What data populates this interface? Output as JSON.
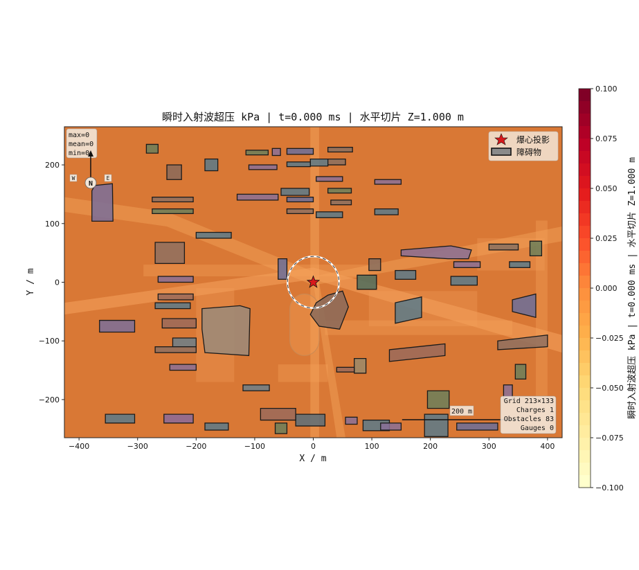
{
  "chart_data": {
    "type": "heatmap",
    "title": "瞬时入射波超压 kPa  |  t=0.000 ms  |  水平切片 Z=1.000 m",
    "xlabel": "X / m",
    "ylabel": "Y / m",
    "xlim": [
      -425,
      425
    ],
    "ylim": [
      -265,
      265
    ],
    "x_ticks": [
      -400,
      -300,
      -200,
      -100,
      0,
      100,
      200,
      300,
      400
    ],
    "y_ticks": [
      -200,
      -100,
      0,
      100,
      200
    ],
    "field_value_kpa": 0.0,
    "grid": false,
    "charge": {
      "x": 0,
      "y": 0,
      "radius_m": 44
    },
    "legend": {
      "placement": "top-right",
      "entries": [
        "爆心投影",
        "障碍物"
      ]
    },
    "colorbar": {
      "label": "瞬时入射波超压 kPa  |  t=0.000 ms  |  水平切片 Z=1.000 m",
      "min": -0.1,
      "max": 0.1,
      "ticks": [
        "0.100",
        "0.075",
        "0.050",
        "0.025",
        "0.000",
        "−0.025",
        "−0.050",
        "−0.075",
        "−0.100"
      ],
      "colors": [
        "#800026",
        "#bd0026",
        "#e31a1c",
        "#fc4e2a",
        "#fd8d3c",
        "#feb24c",
        "#fed976",
        "#ffeda0",
        "#ffffcc"
      ]
    },
    "stats_box": [
      "max=0",
      "mean=0",
      "min=0"
    ],
    "compass": {
      "north": "N",
      "west": "W",
      "east": "E"
    },
    "info_box": [
      "Grid 213×133",
      "Charges 1",
      "Obstacles 83",
      "Gauges 0"
    ],
    "scale_bar": {
      "label": "200 m",
      "length_m": 200
    },
    "obstacles": [
      {
        "c": "#7a6e9a",
        "p": [
          [
            -373,
            165
          ],
          [
            -343,
            168
          ],
          [
            -342,
            104
          ],
          [
            -378,
            104
          ],
          [
            -378,
            156
          ]
        ]
      },
      {
        "c": "#9a8a7a",
        "p": [
          [
            -190,
            -45
          ],
          [
            -125,
            -40
          ],
          [
            -108,
            -45
          ],
          [
            -110,
            -125
          ],
          [
            -185,
            -120
          ],
          [
            -190,
            -80
          ]
        ]
      },
      {
        "c": "#8a6a5a",
        "p": [
          [
            25,
            -22
          ],
          [
            50,
            -15
          ],
          [
            60,
            -42
          ],
          [
            45,
            -80
          ],
          [
            10,
            -75
          ],
          [
            -5,
            -55
          ],
          [
            5,
            -35
          ]
        ]
      },
      {
        "c": "#4f6f5e",
        "p": [
          [
            75,
            -12
          ],
          [
            108,
            -12
          ],
          [
            108,
            12
          ],
          [
            75,
            12
          ]
        ]
      },
      {
        "c": "#8a7096",
        "p": [
          [
            150,
            55
          ],
          [
            235,
            62
          ],
          [
            270,
            55
          ],
          [
            265,
            40
          ],
          [
            230,
            40
          ],
          [
            150,
            45
          ]
        ]
      },
      {
        "c": "#8e7060",
        "p": [
          [
            -270,
            68
          ],
          [
            -220,
            68
          ],
          [
            -220,
            32
          ],
          [
            -270,
            32
          ]
        ]
      },
      {
        "c": "#7a6e9a",
        "p": [
          [
            -365,
            -65
          ],
          [
            -305,
            -65
          ],
          [
            -305,
            -85
          ],
          [
            -365,
            -85
          ]
        ]
      },
      {
        "c": "#9a6a5a",
        "p": [
          [
            -258,
            -62
          ],
          [
            -200,
            -62
          ],
          [
            -200,
            -78
          ],
          [
            -258,
            -78
          ]
        ]
      },
      {
        "c": "#6b7f8a",
        "p": [
          [
            -240,
            -95
          ],
          [
            -200,
            -95
          ],
          [
            -200,
            -110
          ],
          [
            -240,
            -110
          ]
        ]
      },
      {
        "c": "#5b7a8a",
        "p": [
          [
            -355,
            -225
          ],
          [
            -305,
            -225
          ],
          [
            -305,
            -240
          ],
          [
            -355,
            -240
          ]
        ]
      },
      {
        "c": "#8a6a9a",
        "p": [
          [
            -255,
            -225
          ],
          [
            -205,
            -225
          ],
          [
            -205,
            -240
          ],
          [
            -255,
            -240
          ]
        ]
      },
      {
        "c": "#5a6f7a",
        "p": [
          [
            -30,
            -225
          ],
          [
            20,
            -225
          ],
          [
            20,
            -245
          ],
          [
            -30,
            -245
          ]
        ]
      },
      {
        "c": "#6b7f5a",
        "p": [
          [
            195,
            -185
          ],
          [
            232,
            -185
          ],
          [
            232,
            -215
          ],
          [
            195,
            -215
          ]
        ]
      },
      {
        "c": "#9a6a5a",
        "p": [
          [
            130,
            -115
          ],
          [
            225,
            -105
          ],
          [
            225,
            -125
          ],
          [
            130,
            -135
          ]
        ]
      },
      {
        "c": "#8e7060",
        "p": [
          [
            315,
            -100
          ],
          [
            400,
            -90
          ],
          [
            400,
            -110
          ],
          [
            315,
            -115
          ]
        ]
      },
      {
        "c": "#6b6f9a",
        "p": [
          [
            340,
            -30
          ],
          [
            380,
            -20
          ],
          [
            380,
            -60
          ],
          [
            340,
            -50
          ]
        ]
      },
      {
        "c": "#5b7a8a",
        "p": [
          [
            140,
            -35
          ],
          [
            185,
            -25
          ],
          [
            185,
            -60
          ],
          [
            140,
            -70
          ]
        ]
      },
      {
        "c": "#9a8a6a",
        "p": [
          [
            70,
            -130
          ],
          [
            90,
            -130
          ],
          [
            90,
            -155
          ],
          [
            70,
            -155
          ]
        ]
      },
      {
        "c": "#6b7f5a",
        "p": [
          [
            370,
            70
          ],
          [
            390,
            70
          ],
          [
            390,
            45
          ],
          [
            370,
            45
          ]
        ]
      },
      {
        "c": "#5b7a8a",
        "p": [
          [
            -5,
            210
          ],
          [
            25,
            210
          ],
          [
            25,
            198
          ],
          [
            -5,
            198
          ]
        ]
      },
      {
        "c": "#8a7060",
        "p": [
          [
            25,
            210
          ],
          [
            55,
            210
          ],
          [
            55,
            200
          ],
          [
            25,
            200
          ]
        ]
      },
      {
        "c": "#6b7f5a",
        "p": [
          [
            -285,
            235
          ],
          [
            -265,
            235
          ],
          [
            -265,
            220
          ],
          [
            -285,
            220
          ]
        ]
      },
      {
        "c": "#9a6a5a",
        "p": [
          [
            -90,
            -215
          ],
          [
            -30,
            -215
          ],
          [
            -30,
            -235
          ],
          [
            -90,
            -235
          ]
        ]
      },
      {
        "c": "#6b6f9a",
        "p": [
          [
            -60,
            40
          ],
          [
            -45,
            40
          ],
          [
            -45,
            5
          ],
          [
            -60,
            5
          ]
        ]
      }
    ],
    "obstacle_bars": [
      {
        "c": "#6b7f5a",
        "x": -115,
        "y": 225,
        "w": 38,
        "h": 8
      },
      {
        "c": "#8a7096",
        "x": -70,
        "y": 228,
        "w": 14,
        "h": 12
      },
      {
        "c": "#6b6f9a",
        "x": -45,
        "y": 228,
        "w": 45,
        "h": 10
      },
      {
        "c": "#8a7060",
        "x": 25,
        "y": 230,
        "w": 42,
        "h": 8
      },
      {
        "c": "#8a7096",
        "x": -110,
        "y": 200,
        "w": 48,
        "h": 8
      },
      {
        "c": "#5b7a8a",
        "x": -45,
        "y": 205,
        "w": 40,
        "h": 8
      },
      {
        "c": "#5b7a8a",
        "x": -55,
        "y": 160,
        "w": 48,
        "h": 12
      },
      {
        "c": "#6b6f9a",
        "x": -45,
        "y": 145,
        "w": 45,
        "h": 8
      },
      {
        "c": "#8e7060",
        "x": -45,
        "y": 125,
        "w": 45,
        "h": 8
      },
      {
        "c": "#8a7096",
        "x": -130,
        "y": 150,
        "w": 70,
        "h": 10
      },
      {
        "c": "#5b7a8a",
        "x": -185,
        "y": 210,
        "w": 22,
        "h": 20
      },
      {
        "c": "#8a6a5a",
        "x": -250,
        "y": 200,
        "w": 25,
        "h": 25
      },
      {
        "c": "#8e7060",
        "x": -275,
        "y": 145,
        "w": 70,
        "h": 8
      },
      {
        "c": "#6b7f5a",
        "x": -275,
        "y": 125,
        "w": 70,
        "h": 8
      },
      {
        "c": "#5b7a8a",
        "x": -200,
        "y": 85,
        "w": 60,
        "h": 10
      },
      {
        "c": "#8a7096",
        "x": 5,
        "y": 180,
        "w": 45,
        "h": 8
      },
      {
        "c": "#6b7f5a",
        "x": 25,
        "y": 160,
        "w": 40,
        "h": 8
      },
      {
        "c": "#8a7060",
        "x": 30,
        "y": 140,
        "w": 35,
        "h": 8
      },
      {
        "c": "#5b7a8a",
        "x": 5,
        "y": 120,
        "w": 45,
        "h": 10
      },
      {
        "c": "#8a7096",
        "x": 105,
        "y": 175,
        "w": 45,
        "h": 8
      },
      {
        "c": "#5b7a8a",
        "x": 105,
        "y": 125,
        "w": 40,
        "h": 10
      },
      {
        "c": "#8a7096",
        "x": -265,
        "y": 10,
        "w": 60,
        "h": 10
      },
      {
        "c": "#5b7a8a",
        "x": -270,
        "y": -35,
        "w": 60,
        "h": 10
      },
      {
        "c": "#9a6a5a",
        "x": -265,
        "y": -20,
        "w": 60,
        "h": 10
      },
      {
        "c": "#8e7060",
        "x": -270,
        "y": -110,
        "w": 70,
        "h": 10
      },
      {
        "c": "#6b7f8a",
        "x": -120,
        "y": -175,
        "w": 45,
        "h": 10
      },
      {
        "c": "#8a7096",
        "x": -245,
        "y": -140,
        "w": 45,
        "h": 10
      },
      {
        "c": "#5b7a8a",
        "x": -185,
        "y": -240,
        "w": 40,
        "h": 12
      },
      {
        "c": "#6b7f5a",
        "x": -65,
        "y": -240,
        "w": 20,
        "h": 18
      },
      {
        "c": "#8a7096",
        "x": 55,
        "y": -230,
        "w": 20,
        "h": 12
      },
      {
        "c": "#5b7a8a",
        "x": 85,
        "y": -235,
        "w": 45,
        "h": 18
      },
      {
        "c": "#8a7096",
        "x": 115,
        "y": -240,
        "w": 35,
        "h": 12
      },
      {
        "c": "#6b6f9a",
        "x": 245,
        "y": -240,
        "w": 70,
        "h": 12
      },
      {
        "c": "#5b7a8a",
        "x": 190,
        "y": -225,
        "w": 40,
        "h": 38
      },
      {
        "c": "#8a7060",
        "x": 95,
        "y": 40,
        "w": 20,
        "h": 20
      },
      {
        "c": "#5b7a8a",
        "x": 140,
        "y": 20,
        "w": 35,
        "h": 15
      },
      {
        "c": "#5b7a8a",
        "x": 235,
        "y": 10,
        "w": 45,
        "h": 15
      },
      {
        "c": "#8a7096",
        "x": 240,
        "y": 35,
        "w": 45,
        "h": 10
      },
      {
        "c": "#8a7060",
        "x": 300,
        "y": 65,
        "w": 50,
        "h": 10
      },
      {
        "c": "#5b7a8a",
        "x": 335,
        "y": 35,
        "w": 35,
        "h": 10
      },
      {
        "c": "#6b7f5a",
        "x": 345,
        "y": -140,
        "w": 18,
        "h": 25
      },
      {
        "c": "#8a7096",
        "x": 325,
        "y": -175,
        "w": 15,
        "h": 25
      },
      {
        "c": "#9a6a5a",
        "x": 40,
        "y": -145,
        "w": 30,
        "h": 8
      }
    ]
  }
}
